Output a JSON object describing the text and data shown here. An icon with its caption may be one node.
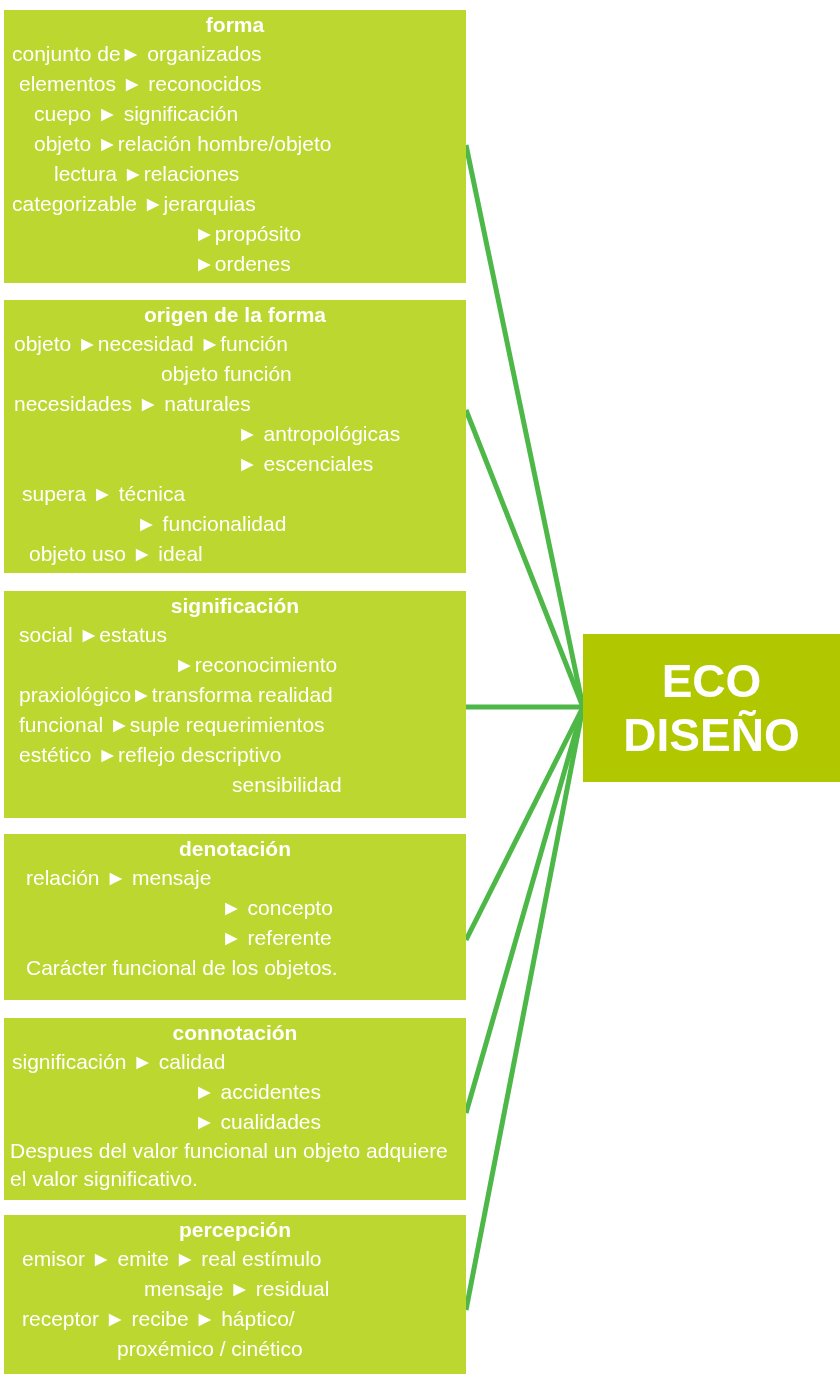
{
  "diagram": {
    "nodes": [
      {
        "text": [
          "forma",
          "conjunto de► organizados",
          "elementos ► reconocidos",
          "cuepo ► significación",
          "objeto ►relación hombre/objeto",
          "lectura ►relaciones",
          "categorizable ►jerarquias",
          "►propósito",
          "►ordenes"
        ]
      },
      {
        "text": [
          "origen de la forma",
          "objeto ►necesidad ►función",
          "objeto función",
          "necesidades ► naturales",
          "► antropológicas",
          "► escenciales",
          "supera ► técnica",
          "► funcionalidad",
          "objeto uso ► ideal"
        ]
      },
      {
        "text": [
          "significación",
          "social ►estatus",
          "►reconocimiento",
          "praxiológico►transforma realidad",
          "funcional ►suple requerimientos",
          "estético ►reflejo descriptivo",
          "sensibilidad"
        ]
      },
      {
        "text": [
          "denotación",
          "relación ► mensaje",
          "► concepto",
          "► referente",
          "Carácter funcional de los objetos."
        ]
      },
      {
        "text": [
          "connotación",
          "significación ► calidad",
          "► accidentes",
          "► cualidades",
          "Despues del valor funcional un objeto adquiere el valor significativo."
        ]
      },
      {
        "text": [
          "percepción",
          "emisor ► emite ► real estímulo",
          "mensaje ► residual",
          "receptor ► recibe ► háptico/",
          "proxémico / cinético"
        ]
      },
      {
        "text": [
          "ECO DISEÑO"
        ]
      }
    ],
    "edges": [
      {
        "from": 0,
        "to": 6,
        "arrow": "none"
      },
      {
        "from": 1,
        "to": 6,
        "arrow": "none"
      },
      {
        "from": 2,
        "to": 6,
        "arrow": "none"
      },
      {
        "from": 3,
        "to": 6,
        "arrow": "none"
      },
      {
        "from": 4,
        "to": 6,
        "arrow": "none"
      },
      {
        "from": 5,
        "to": 6,
        "arrow": "none"
      }
    ]
  }
}
